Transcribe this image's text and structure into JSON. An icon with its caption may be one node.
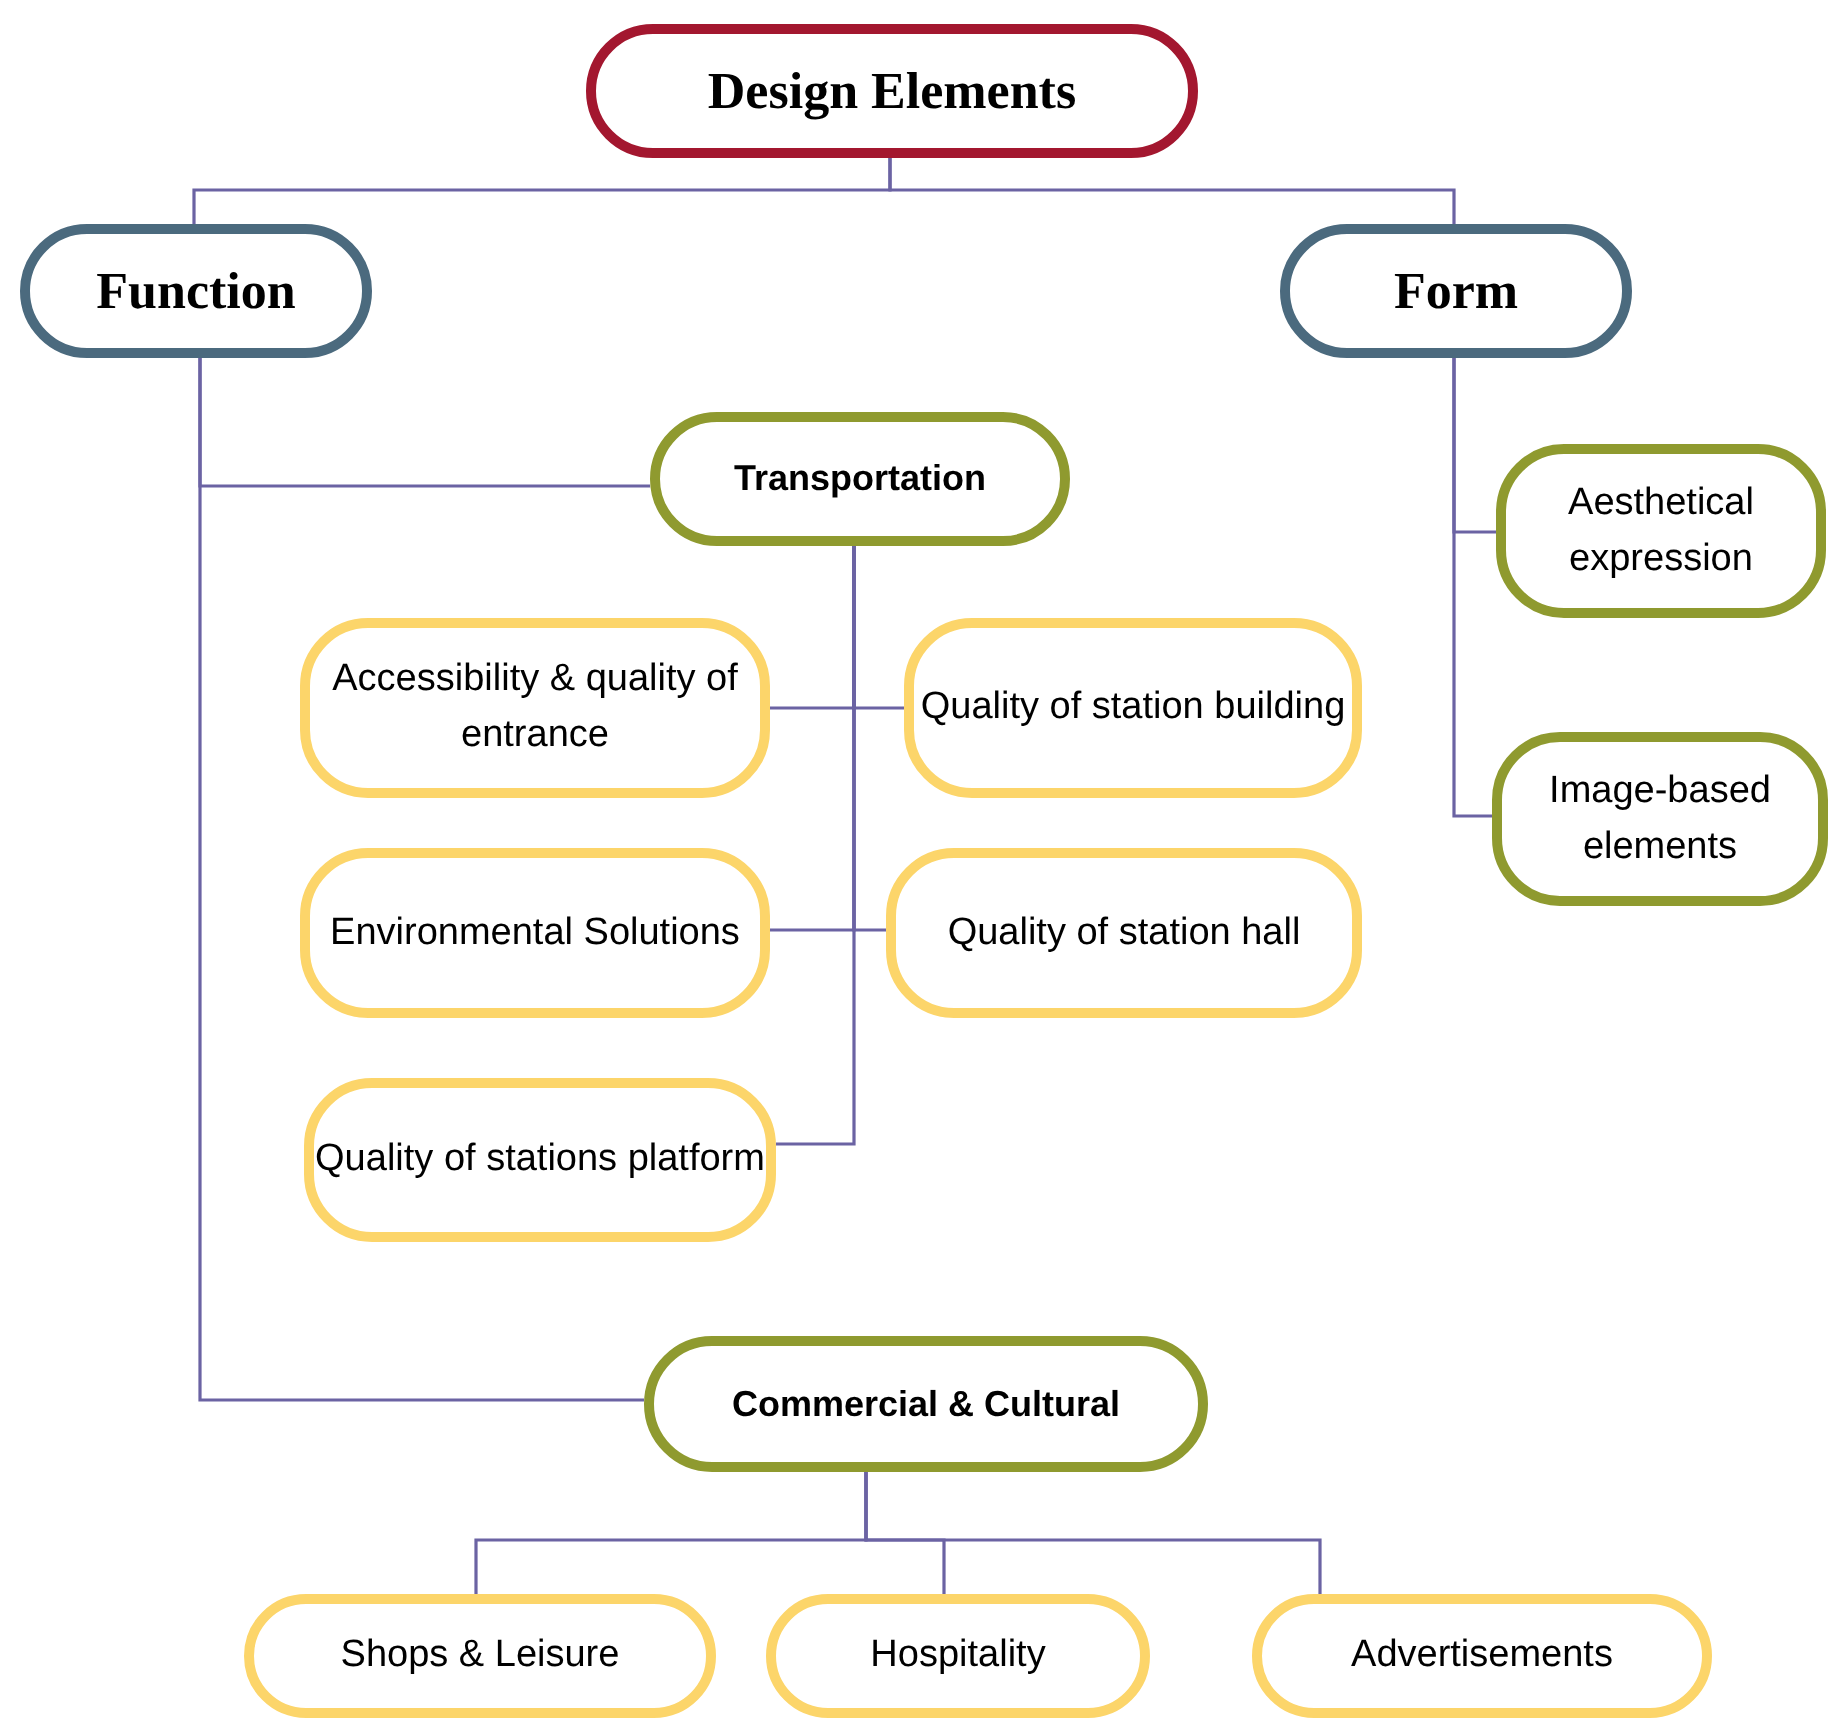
{
  "diagram": {
    "nodes": [
      {
        "text": [
          "Design Elements"
        ]
      },
      {
        "text": [
          "Function"
        ]
      },
      {
        "text": [
          "Form"
        ]
      },
      {
        "text": [
          "Transportation"
        ]
      },
      {
        "text": [
          "Accessibility & quality of entrance"
        ]
      },
      {
        "text": [
          "Quality of station building"
        ]
      },
      {
        "text": [
          "Environmental Solutions"
        ]
      },
      {
        "text": [
          "Quality of station hall"
        ]
      },
      {
        "text": [
          "Quality of stations platform"
        ]
      },
      {
        "text": [
          "Commercial & Cultural"
        ]
      },
      {
        "text": [
          "Shops & Leisure"
        ]
      },
      {
        "text": [
          "Hospitality"
        ]
      },
      {
        "text": [
          "Advertisements"
        ]
      },
      {
        "text": [
          "Aesthetical expression"
        ]
      },
      {
        "text": [
          "Image-based elements"
        ]
      }
    ],
    "edges": [
      {
        "from": 0,
        "to": 1,
        "arrow": "none"
      },
      {
        "from": 0,
        "to": 2,
        "arrow": "none"
      },
      {
        "from": 1,
        "to": 3,
        "arrow": "none"
      },
      {
        "from": 1,
        "to": 9,
        "arrow": "none"
      },
      {
        "from": 3,
        "to": 4,
        "arrow": "none"
      },
      {
        "from": 3,
        "to": 5,
        "arrow": "none"
      },
      {
        "from": 3,
        "to": 6,
        "arrow": "none"
      },
      {
        "from": 3,
        "to": 7,
        "arrow": "none"
      },
      {
        "from": 3,
        "to": 8,
        "arrow": "none"
      },
      {
        "from": 2,
        "to": 13,
        "arrow": "none"
      },
      {
        "from": 2,
        "to": 14,
        "arrow": "none"
      },
      {
        "from": 9,
        "to": 10,
        "arrow": "none"
      },
      {
        "from": 9,
        "to": 11,
        "arrow": "none"
      },
      {
        "from": 9,
        "to": 12,
        "arrow": "none"
      }
    ]
  }
}
